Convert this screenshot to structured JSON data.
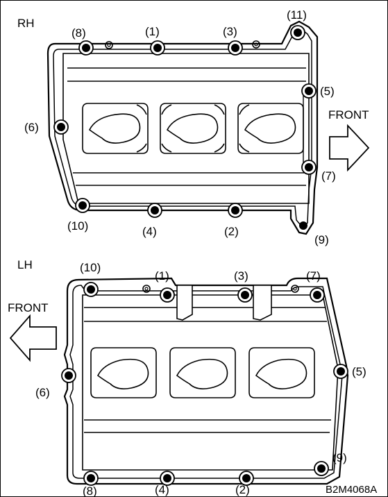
{
  "rh": {
    "side_label": "RH",
    "front_label": "FRONT",
    "bolts": [
      "(1)",
      "(2)",
      "(3)",
      "(4)",
      "(5)",
      "(6)",
      "(7)",
      "(8)",
      "(9)",
      "(10)",
      "(11)"
    ]
  },
  "lh": {
    "side_label": "LH",
    "front_label": "FRONT",
    "bolts": [
      "(1)",
      "(2)",
      "(3)",
      "(4)",
      "(5)",
      "(6)",
      "(7)",
      "(8)",
      "(9)",
      "(10)"
    ]
  },
  "figure_code": "B2M4068A"
}
